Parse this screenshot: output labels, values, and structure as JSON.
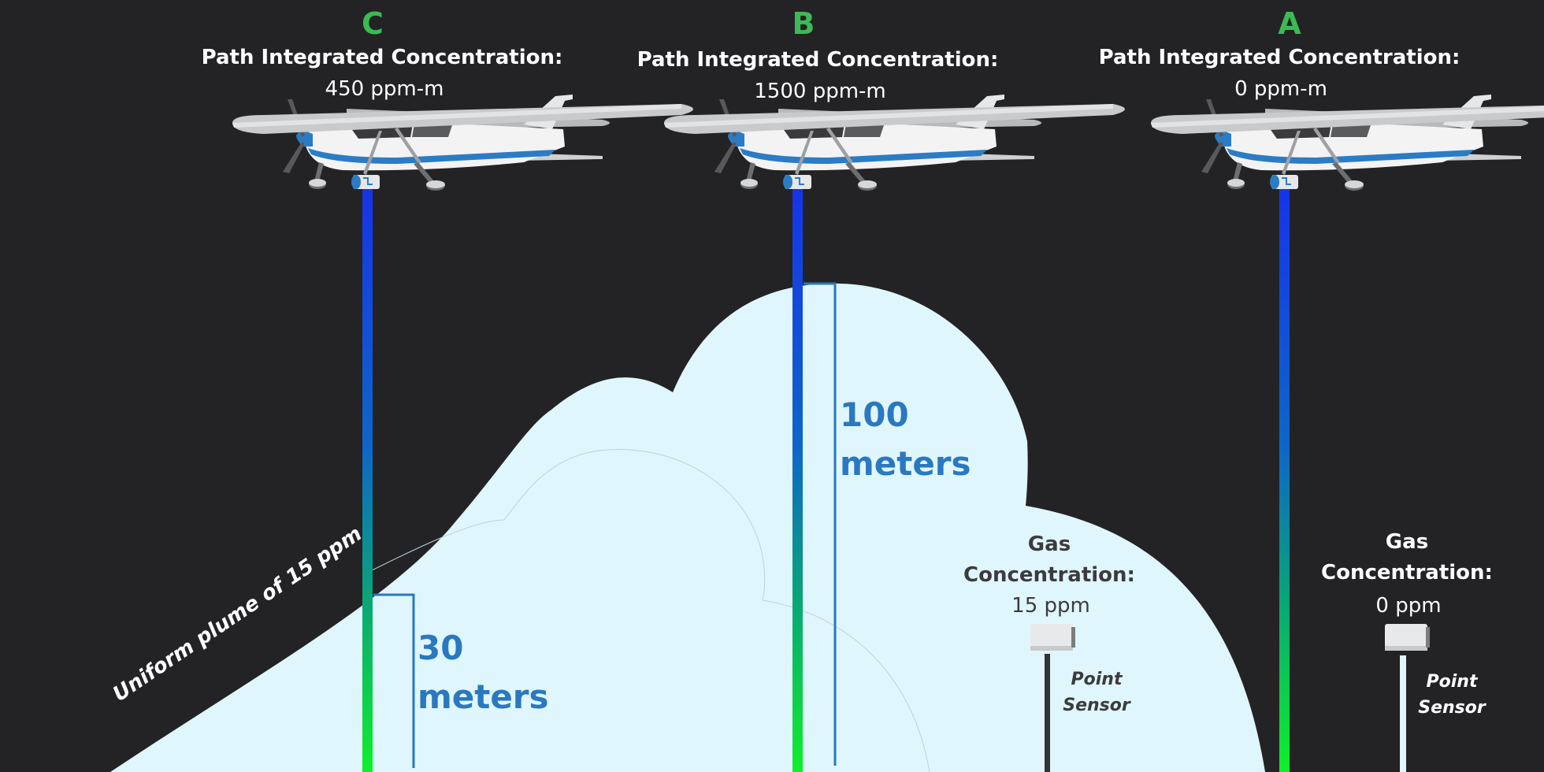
{
  "planes": [
    {
      "letter": "C",
      "title": "Path Integrated Concentration:",
      "value": "450 ppm-m"
    },
    {
      "letter": "B",
      "title": "Path Integrated Concentration:",
      "value": "1500 ppm-m"
    },
    {
      "letter": "A",
      "title": "Path Integrated Concentration:",
      "value": "0 ppm-m"
    }
  ],
  "measurements": {
    "short": "30\nmeters",
    "tall": "100\nmeters"
  },
  "plume_label": "Uniform plume of 15 ppm",
  "sensors": [
    {
      "title": "Gas\nConcentration:",
      "value": "15 ppm",
      "label": "Point\nSensor"
    },
    {
      "title": "Gas\nConcentration:",
      "value": "0 ppm",
      "label": "Point\nSensor"
    }
  ],
  "colors": {
    "background": "#232325",
    "plume": "#e0f6fd",
    "letters": "#3cba54",
    "measure": "#2a78c0",
    "beam_top": "#1633e8",
    "beam_bottom": "#0ff02a"
  }
}
